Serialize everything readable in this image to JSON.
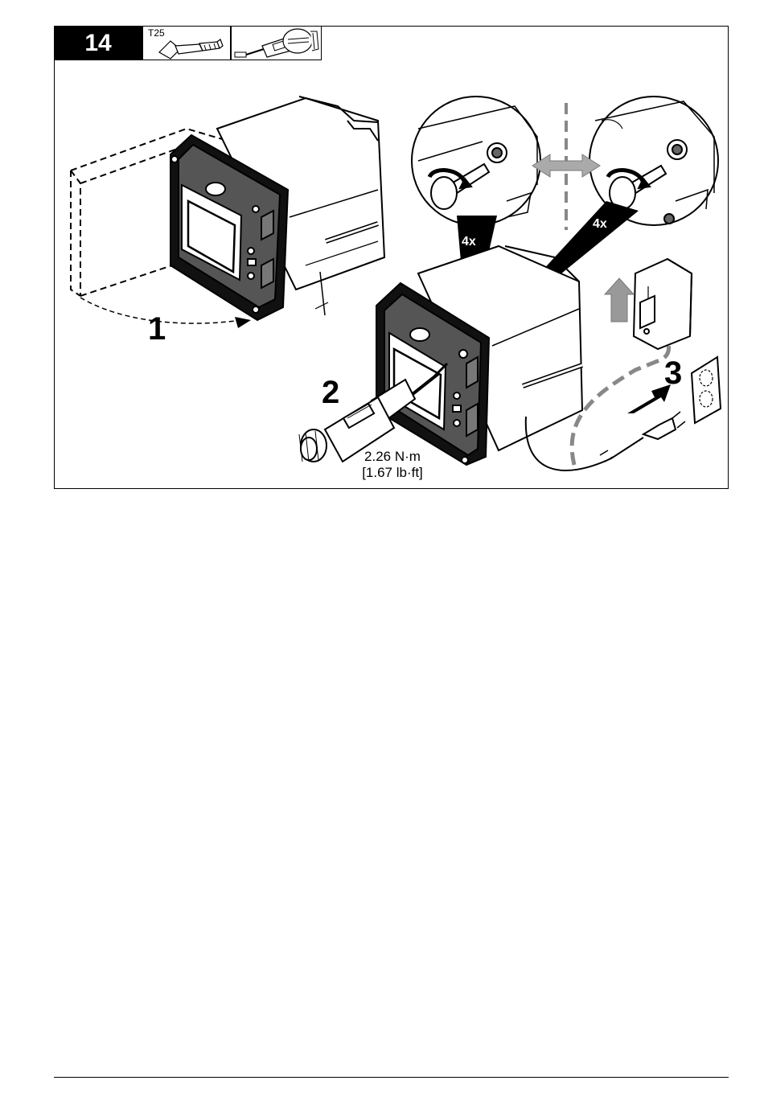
{
  "step": {
    "number": "14"
  },
  "tools": {
    "bit_label": "T25"
  },
  "callouts": {
    "step1": "1",
    "step2": "2",
    "step3": "3",
    "repeat_left": "4x",
    "repeat_right": "4x"
  },
  "torque": {
    "metric": "2.26 N·m",
    "imperial": "[1.67 lb·ft]"
  }
}
